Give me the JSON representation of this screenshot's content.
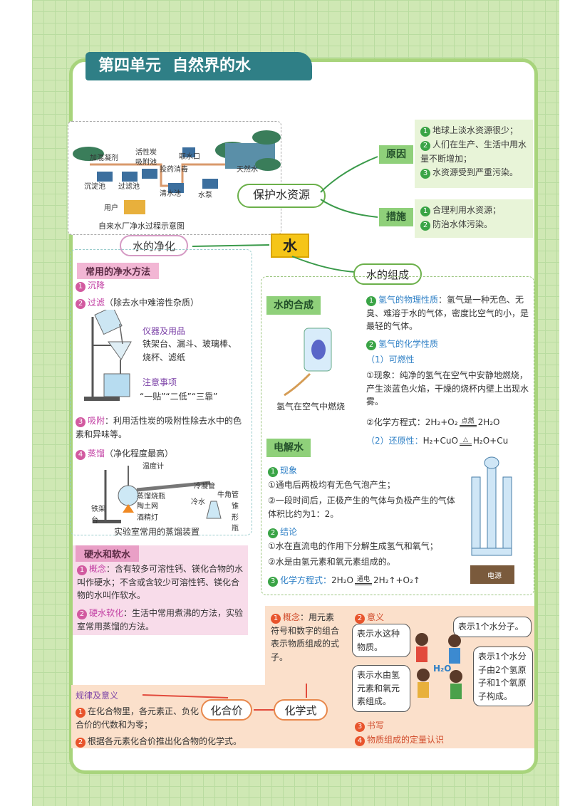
{
  "unit_title": {
    "unit": "第四单元",
    "name": "自然界的水"
  },
  "center": "水",
  "protect": {
    "label": "保护水资源",
    "reasons_tag": "原因",
    "reasons": [
      "地球上淡水资源很少；",
      "人们在生产、生活中用水量不断增加；",
      "水资源受到严重污染。"
    ],
    "measures_tag": "措施",
    "measures": [
      "合理利用水资源；",
      "防治水体污染。"
    ]
  },
  "purification_diagram": {
    "labels": {
      "jiahun": "加混凝剂",
      "chendian": "沉淀池",
      "guolv": "过滤池",
      "huoxingtan": "活性炭",
      "xifuchi": "吸附池",
      "qushui": "取水口",
      "touyao": "投药消毒",
      "qingshui": "清水池",
      "shuibeng": "水泵",
      "yonghu": "用户",
      "tianran": "天然水"
    },
    "caption": "自来水厂净水过程示意图"
  },
  "purify": {
    "label": "水的净化",
    "methods_head": "常用的净水方法",
    "m1": "沉降",
    "m2": "过滤",
    "m2_note": "（除去水中难溶性杂质）",
    "instruments_head": "仪器及用品",
    "instruments": "铁架台、漏斗、玻璃棒、烧杯、滤纸",
    "notes_head": "注意事项",
    "notes": "“一贴”“二低”“三靠”",
    "m3": "吸附",
    "m3_text": "：利用活性炭的吸附性除去水中的色素和异味等。",
    "m4": "蒸馏",
    "m4_note": "（净化程度最高）",
    "distill": {
      "thermometer": "温度计",
      "condenser": "冷凝管",
      "flask": "蒸馏烧瓶",
      "gauze": "陶土网",
      "coldwater": "冷水",
      "adapter": "牛角管",
      "stand": "铁架台",
      "lamp": "酒精灯",
      "conical": "锥形瓶"
    },
    "distill_caption": "实验室常用的蒸馏装置"
  },
  "hard": {
    "head": "硬水和软水",
    "c_label": "概念",
    "c_text": "：含有较多可溶性钙、镁化合物的水叫作硬水；不含或含较少可溶性钙、镁化合物的水叫作软水。",
    "s_label": "硬水软化",
    "s_text": "：生活中常用煮沸的方法，实验室常用蒸馏的方法。"
  },
  "composition": {
    "label": "水的组成",
    "synth_tag": "水的合成",
    "burn_caption": "氢气在空气中燃烧",
    "h1": "氢气的物理性质",
    "h1_text": "：氢气是一种无色、无臭、难溶于水的气体，密度比空气的小，是最轻的气体。",
    "h2": "氢气的化学性质",
    "flam": "（1）可燃性",
    "phen": "①现象：纯净的氢气在空气中安静地燃烧，产生淡蓝色火焰，干燥的烧杯内壁上出现水雾。",
    "eq_label": "②化学方程式：",
    "eq1": "2H₂+O₂",
    "eq1_cond": "点燃",
    "eq1_prod": "2H₂O",
    "red": "（2）还原性：",
    "eq2": "H₂+CuO",
    "eq2_cond": "△",
    "eq2_prod": "H₂O+Cu",
    "elec_tag": "电解水",
    "p_head": "现象",
    "p1": "①通电后两极均有无色气泡产生；",
    "p2": "②一段时间后，正极产生的气体与负极产生的气体体积比约为1：2。",
    "c_head": "结论",
    "c1": "①水在直流电的作用下分解生成氢气和氧气；",
    "c2": "②水是由氢元素和氧元素组成的。",
    "eq_head": "化学方程式：",
    "eq3": "2H₂O",
    "eq3_cond": "通电",
    "eq3_prod": "2H₂↑+O₂↑",
    "power": "电源"
  },
  "formula": {
    "label": "化学式",
    "valence": "化合价",
    "concept_label": "概念",
    "concept_text": "：用元素符号和数字的组合表示物质组成的式子。",
    "meaning_label": "意义",
    "s1": "表示水这种物质。",
    "s2": "表示水由氢元素和氧元素组成。",
    "s3": "表示1个水分子。",
    "s4": "表示1个水分子由2个氢原子和1个氧原子构成。",
    "h2o": "H₂O",
    "write": "书写",
    "quant": "物质组成的定量认识",
    "rule_head": "规律及意义",
    "rule1": "在化合物里，各元素正、负化合价的代数和为零；",
    "rule2": "根据各元素化合价推出化合物的化学式。"
  }
}
